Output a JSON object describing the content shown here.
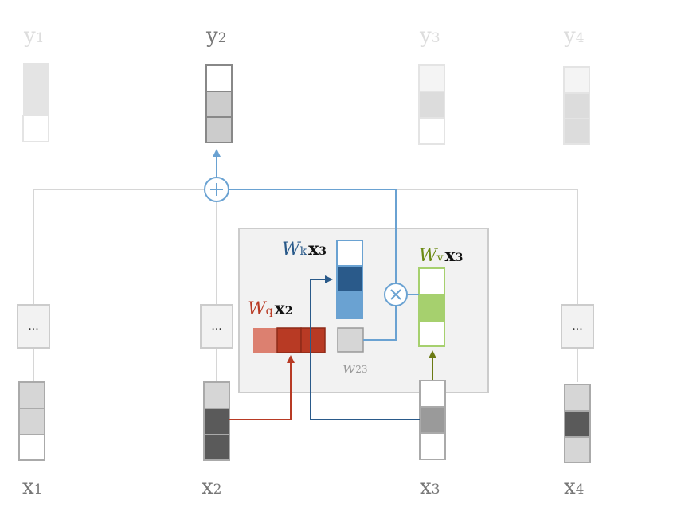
{
  "outputs": {
    "y1": {
      "letter": "y",
      "sub": "1"
    },
    "y2": {
      "letter": "y",
      "sub": "2"
    },
    "y3": {
      "letter": "y",
      "sub": "3"
    },
    "y4": {
      "letter": "y",
      "sub": "4"
    }
  },
  "inputs": {
    "x1": {
      "letter": "x",
      "sub": "1"
    },
    "x2": {
      "letter": "x",
      "sub": "2"
    },
    "x3": {
      "letter": "x",
      "sub": "3"
    },
    "x4": {
      "letter": "x",
      "sub": "4"
    }
  },
  "ellipsis": "...",
  "query_label": {
    "w": "W",
    "sub": "q",
    "x": "x",
    "xsub": "2"
  },
  "key_label": {
    "w": "W",
    "sub": "k",
    "x": "x",
    "xsub": "3"
  },
  "value_label": {
    "w": "W",
    "sub": "v",
    "x": "x",
    "xsub": "3"
  },
  "weight_label": {
    "w": "w",
    "sub": "23"
  },
  "sum_symbol": "+",
  "mult_symbol": "×",
  "colors": {
    "query": "#b83a24",
    "key": "#2a5a8a",
    "key_light": "#6aa2d2",
    "value": "#6b8a14",
    "value_light": "#a6d06e",
    "line_gray": "#d6d6d6",
    "faded_label": "#dddddd",
    "dark_label": "#777777"
  }
}
